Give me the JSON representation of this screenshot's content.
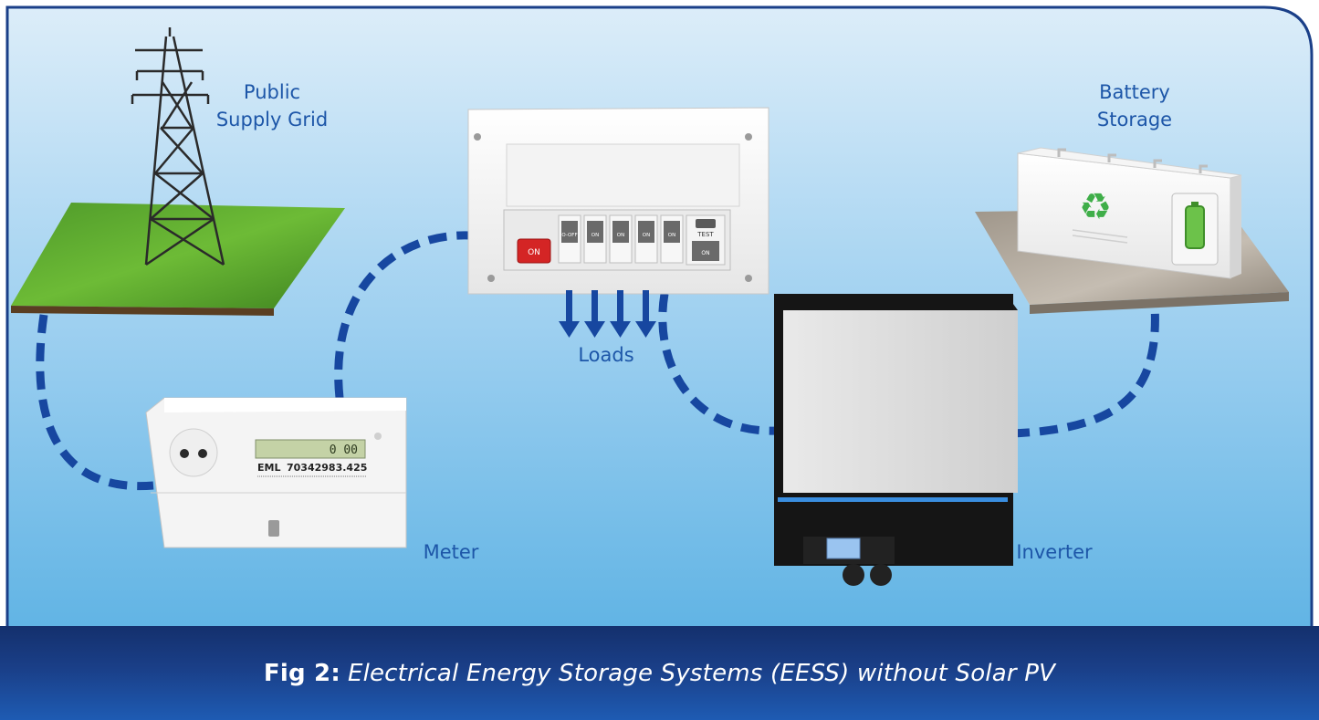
{
  "labels": {
    "grid_line1": "Public",
    "grid_line2": "Supply Grid",
    "battery_line1": "Battery",
    "battery_line2": "Storage",
    "loads": "Loads",
    "meter": "Meter",
    "inverter": "Inverter"
  },
  "meter_display": {
    "brand": "EML",
    "serial": "70342983.425",
    "reading": "0 00"
  },
  "switchboard": {
    "main_switch": "ON",
    "breakers": [
      "O-OFF",
      "ON",
      "ON",
      "ON",
      "ON"
    ],
    "rcd_label": "TEST",
    "rcd_switch": "ON"
  },
  "caption": {
    "prefix": "Fig 2:",
    "text": "Electrical Energy Storage Systems (EESS) without Solar PV"
  },
  "colors": {
    "connector": "#1747a0",
    "label": "#1d56a8",
    "caption_bg": "#1a3f88",
    "sky_top": "#dcedf9",
    "sky_bottom": "#5fb3e4"
  }
}
